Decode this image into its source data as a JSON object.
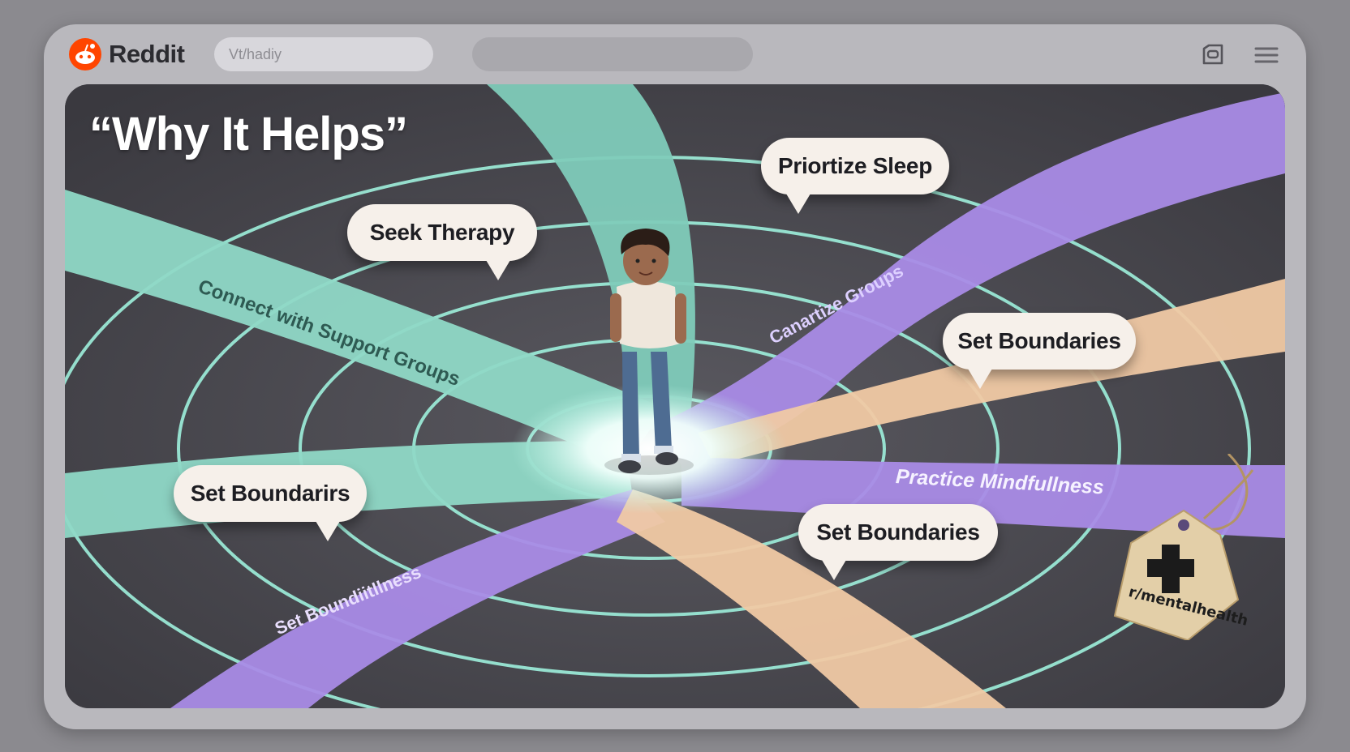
{
  "browser": {
    "logo_text": "Reddit",
    "url_text": "Vt/hadiy",
    "icons": [
      "reddit-logo-icon",
      "tabs-icon",
      "hamburger-menu-icon"
    ]
  },
  "content": {
    "title": "“Why It Helps”",
    "bubbles": {
      "seek_therapy": "Seek Therapy",
      "prioritize_sleep": "Priortize Sleep",
      "set_boundaries_right": "Set Boundaries",
      "set_boundaries_left": "Set Boundarirs",
      "set_boundaries_bottom": "Set Boundaries"
    },
    "ribbons": {
      "support_groups": "Connect with Support Groups",
      "canartize_groups": "Canartize Groups",
      "mindfulness": "Practice Mindfullness",
      "boundiitllness": "Set Boundiitllness"
    },
    "tag_text": "r/mentalhealth"
  },
  "colors": {
    "accent": "#ff4500",
    "teal": "#8fd8c6",
    "lavender": "#a98be6",
    "peach": "#f0c9a4",
    "bubble": "#f6f0ea",
    "background": "#4d4c53"
  }
}
